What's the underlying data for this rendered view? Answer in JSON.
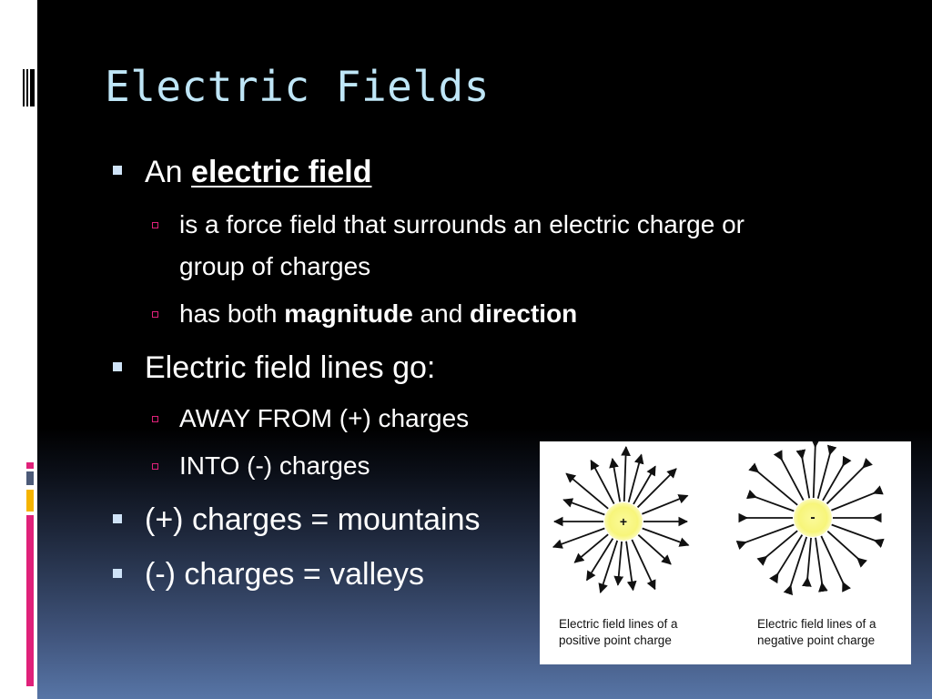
{
  "slide": {
    "title": "Electric Fields",
    "bullets": [
      {
        "level": 1,
        "prefix": "An ",
        "emphasis": "electric field",
        "children": [
          {
            "level": 2,
            "line1": "is a force field that surrounds an electric charge or",
            "line2": "group of charges"
          },
          {
            "level": 2,
            "t1": "has both ",
            "b1": "magnitude",
            "t2": " and ",
            "b2": "direction"
          }
        ]
      },
      {
        "level": 1,
        "text": "Electric field lines go:",
        "children": [
          {
            "level": 2,
            "text": "AWAY FROM (+) charges"
          },
          {
            "level": 2,
            "text": "INTO (-) charges"
          }
        ]
      },
      {
        "level": 1,
        "text": "(+) charges = mountains"
      },
      {
        "level": 1,
        "text": "(-) charges = valleys"
      }
    ],
    "figure": {
      "positive": {
        "symbol": "+",
        "caption_line1": "Electric field lines of a",
        "caption_line2": "positive point charge"
      },
      "negative": {
        "symbol": "-",
        "caption_line1": "Electric field lines of a",
        "caption_line2": "negative point charge"
      }
    }
  },
  "colors": {
    "title": "#bfe6f7",
    "level1_bullet": "#cfe3f7",
    "level2_bullet": "#e0217a",
    "charge_fill": "#f7f57a",
    "accent_pink": "#e0217a",
    "accent_gray": "#4c5a78",
    "accent_gold": "#f5b400"
  }
}
